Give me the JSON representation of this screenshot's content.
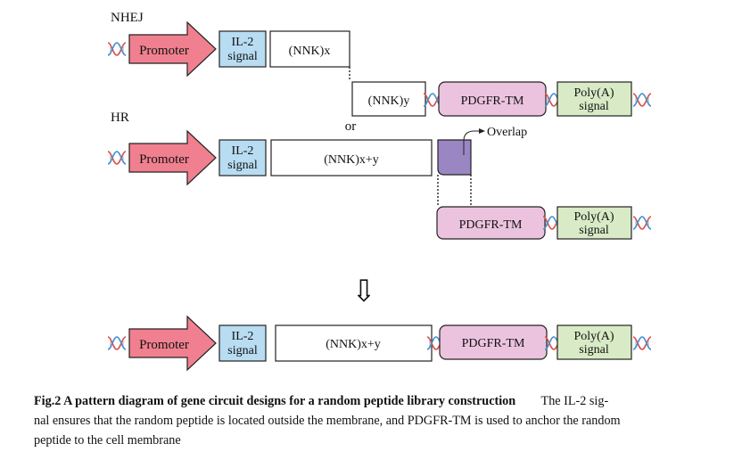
{
  "labels": {
    "nhej": "NHEJ",
    "hr": "HR",
    "or": "or",
    "overlap": "Overlap",
    "down_arrow": "⇩"
  },
  "elements": {
    "promoter": "Promoter",
    "il2_line1": "IL-2",
    "il2_line2": "signal",
    "nnk_x": "(NNK)x",
    "nnk_y": "(NNK)y",
    "nnk_xy": "(NNK)x+y",
    "pdgfr": "PDGFR-TM",
    "polya_line1": "Poly(A)",
    "polya_line2": "signal"
  },
  "caption": {
    "title": "Fig.2   A pattern diagram of gene circuit designs for a random peptide library construction",
    "text_line1": "The IL-2 sig-",
    "text_line2": "nal ensures that the random peptide is located outside the membrane, and PDGFR-TM is used to anchor the random",
    "text_line3": "peptide to the cell membrane"
  },
  "colors": {
    "promoter": "#f0808f",
    "il2": "#b8dcf2",
    "pdgfr": "#ecc3de",
    "polya": "#d8ebc6",
    "overlap": "#9b86c4",
    "dna_red": "#d9534f",
    "dna_blue": "#4a8fd0"
  }
}
